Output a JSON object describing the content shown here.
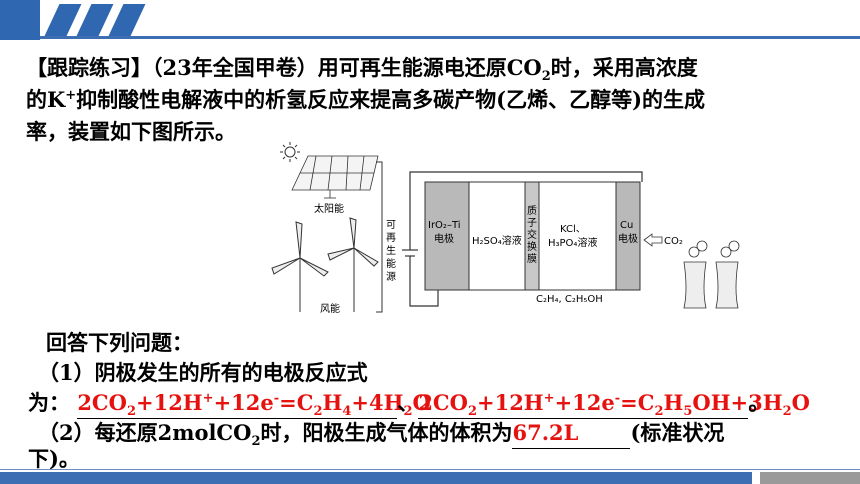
{
  "para": {
    "line1": "【跟踪练习】（23年全国甲卷）用可再生能源电还原CO",
    "line1_sub": "2",
    "line1_rest": "时，采用高浓度",
    "line2_a": "的K",
    "line2_sup": "+",
    "line2_b": "抑制酸性电解液中的析氢反应来提高多碳产物(乙烯、乙醇等)的生成",
    "line3": "率，装置如下图所示。"
  },
  "diagram": {
    "solar_label": "太阳能",
    "wind_label": "风能",
    "renewable_label": "可再生能源",
    "anode_label1": "IrO₂–Ti",
    "anode_label2": "电极",
    "anolyte": "H₂SO₄溶液",
    "membrane": "质子交换膜",
    "catholyte1": "KCl、",
    "catholyte2": "H₃PO₄溶液",
    "cathode1": "Cu",
    "cathode2": "电极",
    "co2_input": "CO₂",
    "products": "C₂H₄, C₂H₅OH"
  },
  "questions": {
    "intro": "回答下列问题：",
    "q1_a": "（1）阴极发生的所有的电极反应式",
    "q1_b": "为：",
    "q1_sep": "、",
    "q1_end": "。",
    "q2_a": "（2）每还原2molCO",
    "q2_sub": "2",
    "q2_b": "时，阳极生成气体的体积为",
    "q2_c": "(标准状况",
    "q2_d": "下)。"
  },
  "answers": {
    "ans1_p1": "2CO",
    "ans1_p2": "+12H",
    "ans1_p3": "+12e",
    "ans1_p4": "=C",
    "ans1_p5": "H",
    "ans1_p6": "+4H",
    "ans1_p7": "O",
    "ans2_p1": "2CO",
    "ans2_p2": "+12H",
    "ans2_p3": "+12e",
    "ans2_p4": "=C",
    "ans2_p5": "H",
    "ans2_p6": "OH+3H",
    "ans2_p7": "O",
    "ans3": "67.2L"
  }
}
